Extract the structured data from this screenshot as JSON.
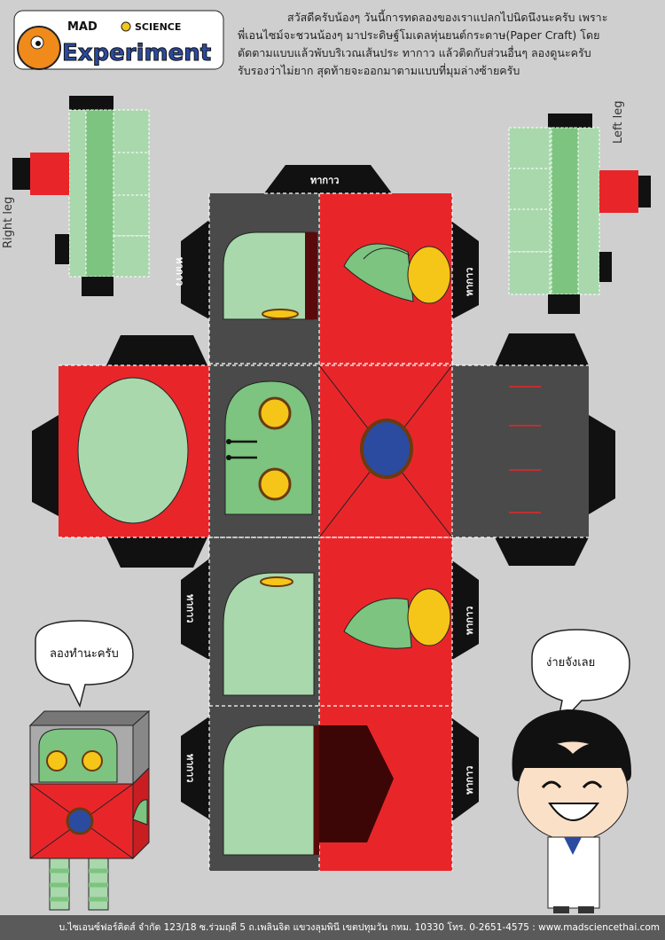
{
  "logo": {
    "top_word": "MAD",
    "top_word2": "SCIENCE",
    "main_word": "Experiment"
  },
  "intro": {
    "lines": [
      "สวัสดีครับน้องๆ วันนี้การทดลองของเราแปลกไปนิดนึงนะครับ  เพราะ",
      "พี่เอนไซม์จะชวนน้องๆ มาประดิษฐ์โมเดลหุ่นยนต์กระดาษ(Paper Craft) โดย",
      "ตัดตามแบบแล้วพับบริเวณเส้นประ ทากาว แล้วติดกับส่วนอื่นๆ ลองดูนะครับ",
      "รับรองว่าไม่ยาก สุดท้ายจะออกมาตามแบบที่มุมล่างซ้ายครับ"
    ]
  },
  "labels": {
    "right_leg": "Right leg",
    "left_leg": "Left leg",
    "glue": "ทากาว"
  },
  "bubbles": {
    "left": "ลองทำนะครับ",
    "right": "ง่ายจังเลย"
  },
  "footer": "บ.ไซเอนซ์ฟอร์คิดส์ จำกัด 123/18 ซ.ร่วมฤดี 5 ถ.เพลินจิต แขวงลุมพินี เขตปทุมวัน กทม. 10330 โทร. 0-2651-4575  : www.madsciencethai.com",
  "colors": {
    "red": "#e8262a",
    "dark": "#4a4a4a",
    "green_light": "#a8d8ab",
    "green": "#7cc47f",
    "yellow": "#f5c518",
    "blue": "#2b4ba0"
  }
}
